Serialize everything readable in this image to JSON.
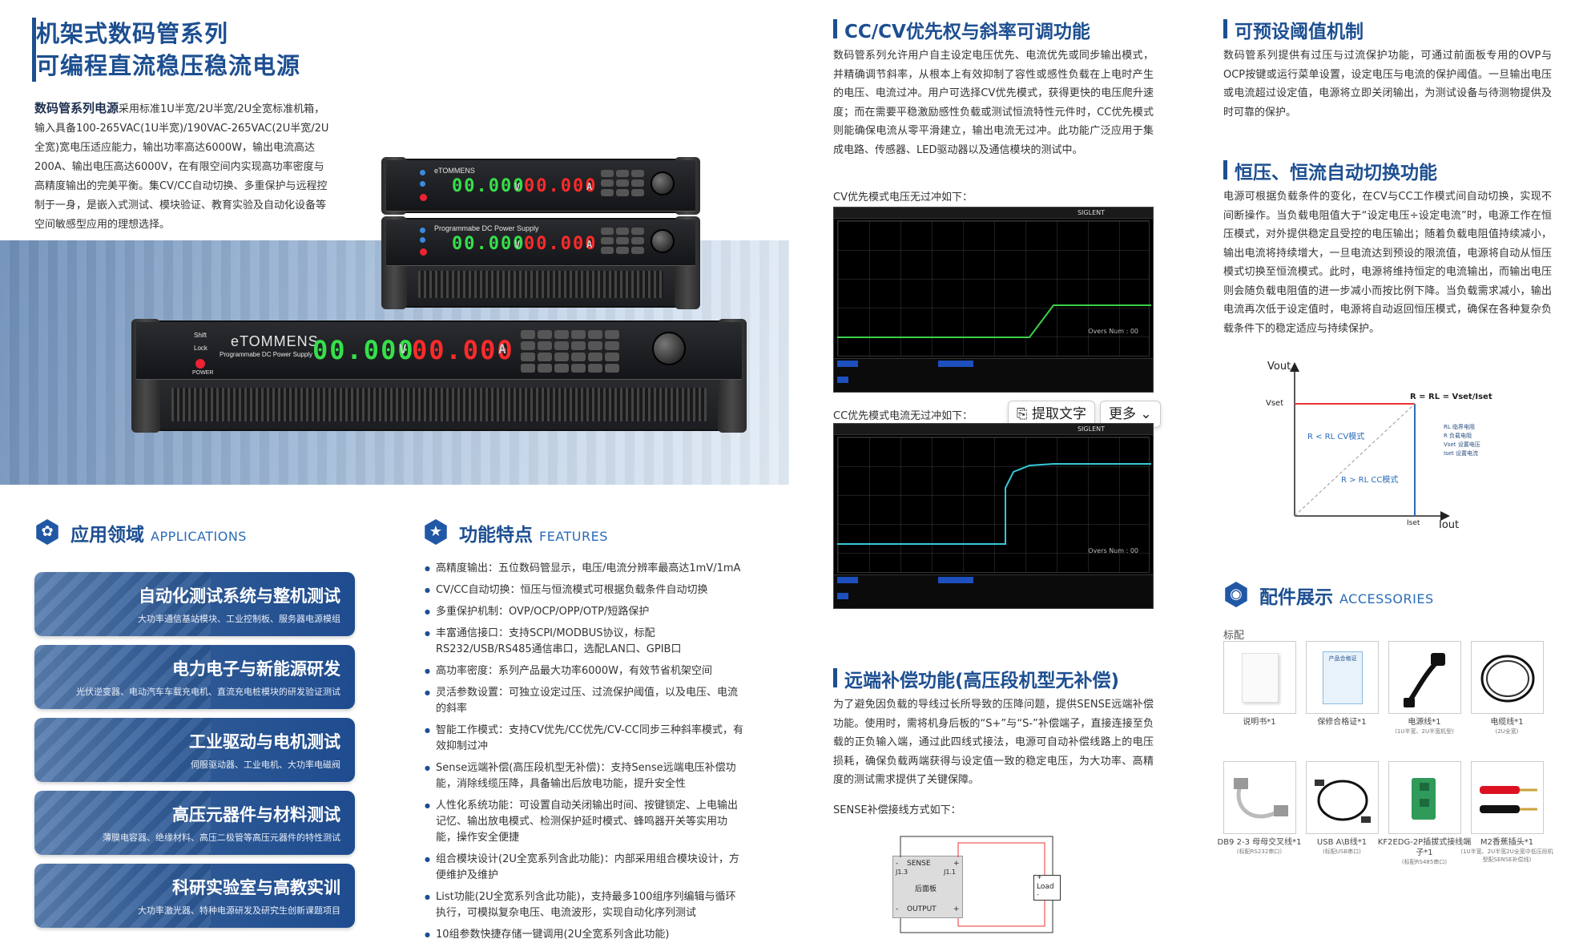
{
  "header": {
    "title_line1": "机架式数码管系列",
    "title_line2": "可编程直流稳压稳流电源"
  },
  "intro": {
    "lead": "数码管系列电源",
    "body": "采用标准1U半宽/2U半宽/2U全宽标准机箱，输入具备100-265VAC(1U半宽)/190VAC-265VAC(2U半宽/2U全宽)宽电压适应能力，输出功率高达6000W，输出电流高达200A、输出电压高达6000V，在有限空间内实现高功率密度与高精度输出的完美平衡。集CV/CC自动切换、多重保护与远程控制于一身，是嵌入式测试、模块验证、教育实验及自动化设备等空间敏感型应用的理想选择。"
  },
  "product": {
    "brand": "eTOMMENS",
    "model": "Programmabe DC Power Supply",
    "voltage_display": "00.000",
    "voltage_unit": "V",
    "current_display": "00.000",
    "current_unit": "A",
    "btn_shift": "Shift",
    "btn_lock": "Lock",
    "btn_power": "POWER"
  },
  "applications": {
    "title": "应用领域",
    "title_en": "APPLICATIONS",
    "items": [
      {
        "title": "自动化测试系统与整机测试",
        "sub": "大功率通信基站模块、工业控制板、服务器电源模组"
      },
      {
        "title": "电力电子与新能源研发",
        "sub": "光伏逆变器、电动汽车车载充电机、直流充电桩模块的研发验证测试"
      },
      {
        "title": "工业驱动与电机测试",
        "sub": "伺服驱动器、工业电机、大功率电磁阀"
      },
      {
        "title": "高压元器件与材料测试",
        "sub": "薄膜电容器、绝缘材料、高压二极管等高压元器件的特性测试"
      },
      {
        "title": "科研实验室与高教实训",
        "sub": "大功率激光器、特种电源研发及研究生创新课题项目"
      }
    ]
  },
  "features": {
    "title": "功能特点",
    "title_en": "FEATURES",
    "items": [
      "高精度输出：五位数码管显示，电压/电流分辨率最高达1mV/1mA",
      "CV/CC自动切换：恒压与恒流模式可根据负载条件自动切换",
      "多重保护机制：OVP/OCP/OPP/OTP/短路保护",
      "丰富通信接口：支持SCPI/MODBUS协议，标配RS232/USB/RS485通信串口，选配LAN口、GPIB口",
      "高功率密度：系列产品最大功率6000W，有效节省机架空间",
      "灵活参数设置：可独立设定过压、过流保护阈值，以及电压、电流的斜率",
      "智能工作模式：支持CV优先/CC优先/CV-CC同步三种斜率模式，有效抑制过冲",
      "Sense远端补偿(高压段机型无补偿)：支持Sense远端电压补偿功能，消除线缆压降，具备输出后放电功能，提升安全性",
      "人性化系统功能：可设置自动关闭输出时间、按键锁定、上电输出记忆、输出放电模式、检测保护延时模式、蜂鸣器开关等实用功能，操作安全便捷",
      "组合模块设计(2U全宽系列含此功能)：内部采用组合模块设计，方便维护及维护",
      "List功能(2U全宽系列含此功能)，支持最多100组序列编辑与循环执行，可模拟复杂电压、电流波形，实现自动化序列测试",
      "10组参数快捷存储一键调用(2U全宽系列含此功能)"
    ]
  },
  "cvcc": {
    "title": "CC/CV优先权与斜率可调功能",
    "body": "数码管系列允许用户自主设定电压优先、电流优先或同步输出模式，并精确调节斜率，从根本上有效抑制了容性或感性负载在上电时产生的电压、电流过冲。用户可选择CV优先模式，获得更快的电压爬升速度；而在需要平稳激励感性负载或测试恒流特性元件时，CC优先模式则能确保电流从零平滑建立，输出电流无过冲。此功能广泛应用于集成电路、传感器、LED驱动器以及通信模块的测试中。",
    "cv_caption": "CV优先模式电压无过冲如下：",
    "cc_caption": "CC优先模式电流无过冲如下："
  },
  "scope1": {
    "brand": "SIGLENT",
    "note": "Overs Num : 00"
  },
  "scope2": {
    "brand": "SIGLENT",
    "note": "Overs Num : 00"
  },
  "popup": {
    "extract": "提取文字",
    "more": "更多"
  },
  "sense": {
    "title": "远端补偿功能(高压段机型无补偿)",
    "body": "为了避免因负载的导线过长所导致的压降问题，提供SENSE远端补偿功能。使用时，需将机身后板的“S+”与“S-”补偿端子，直接连接至负载的正负输入端，通过此四线式接法，电源可自动补偿线路上的电压损耗，确保负载两端获得与设定值一致的稳定电压，为大功率、高精度的测试需求提供了关键保障。",
    "caption": "SENSE补偿接线方式如下：",
    "diag_sense": "SENSE",
    "diag_j13": "J1.3",
    "diag_j11": "J1.1",
    "diag_panel": "后面板",
    "diag_output": "OUTPUT",
    "diag_load": "Load",
    "diag_minus": "-",
    "diag_plus": "+"
  },
  "threshold": {
    "title": "可预设阈值机制",
    "body": "数码管系列提供有过压与过流保护功能，可通过前面板专用的OVP与OCP按键或运行菜单设置，设定电压与电流的保护阈值。一旦输出电压或电流超过设定值，电源将立即关闭输出，为测试设备与待测物提供及时可靠的保护。"
  },
  "autoswitch": {
    "title": "恒压、恒流自动切换功能",
    "body": "电源可根据负载条件的变化，在CV与CC工作模式间自动切换，实现不间断操作。当负载电阻值大于“设定电压÷设定电流”时，电源工作在恒压模式，对外提供稳定且受控的电压输出；随着负载电阻值持续减小，输出电流将持续增大，一旦电流达到预设的限流值，电源将自动从恒压模式切换至恒流模式。此时，电源将维持恒定的电流输出，而输出电压则会随负载电阻值的进一步减小而按比例下降。当负载需求减小，输出电流再次低于设定值时，电源将自动返回恒压模式，确保在各种复杂负载条件下的稳定适应与持续保护。"
  },
  "graph": {
    "y_label": "Vout",
    "x_label": "Iout",
    "vset": "Vset",
    "iset": "Iset",
    "eq": "R = RL = Vset/Iset",
    "cv_region": "R < RL CV模式",
    "cc_region": "R > RL CC模式",
    "legend": [
      "RL  临界电阻",
      "R   负载电阻",
      "Vset  设置电压",
      "Iset  设置电流"
    ]
  },
  "accessories": {
    "title": "配件展示",
    "title_en": "ACCESSORIES",
    "group": "标配",
    "cert_title": "产品合格证",
    "items": [
      {
        "name": "说明书*1",
        "note": ""
      },
      {
        "name": "保修合格证*1",
        "note": ""
      },
      {
        "name": "电源线*1",
        "note": "(1U半宽、2U半宽机型)"
      },
      {
        "name": "电缆线*1",
        "note": "(2U全宽)"
      },
      {
        "name": "DB9 2-3 母母交叉线*1",
        "note": "(标配RS232串口)"
      },
      {
        "name": "USB A\\B线*1",
        "note": "(标配USB串口)"
      },
      {
        "name": "KF2EDG-2P插拔式接线端子*1",
        "note": "(标配RS485串口)"
      },
      {
        "name": "M2香蕉插头*1",
        "note": "(1U半宽、2U半宽2U全宽中低压段机型配SENSE补偿线)"
      }
    ]
  },
  "colors": {
    "brand_blue": "#1d4f91",
    "accent": "#2158a6",
    "seg_green": "#35e04a",
    "seg_red": "#ff2a2a"
  }
}
